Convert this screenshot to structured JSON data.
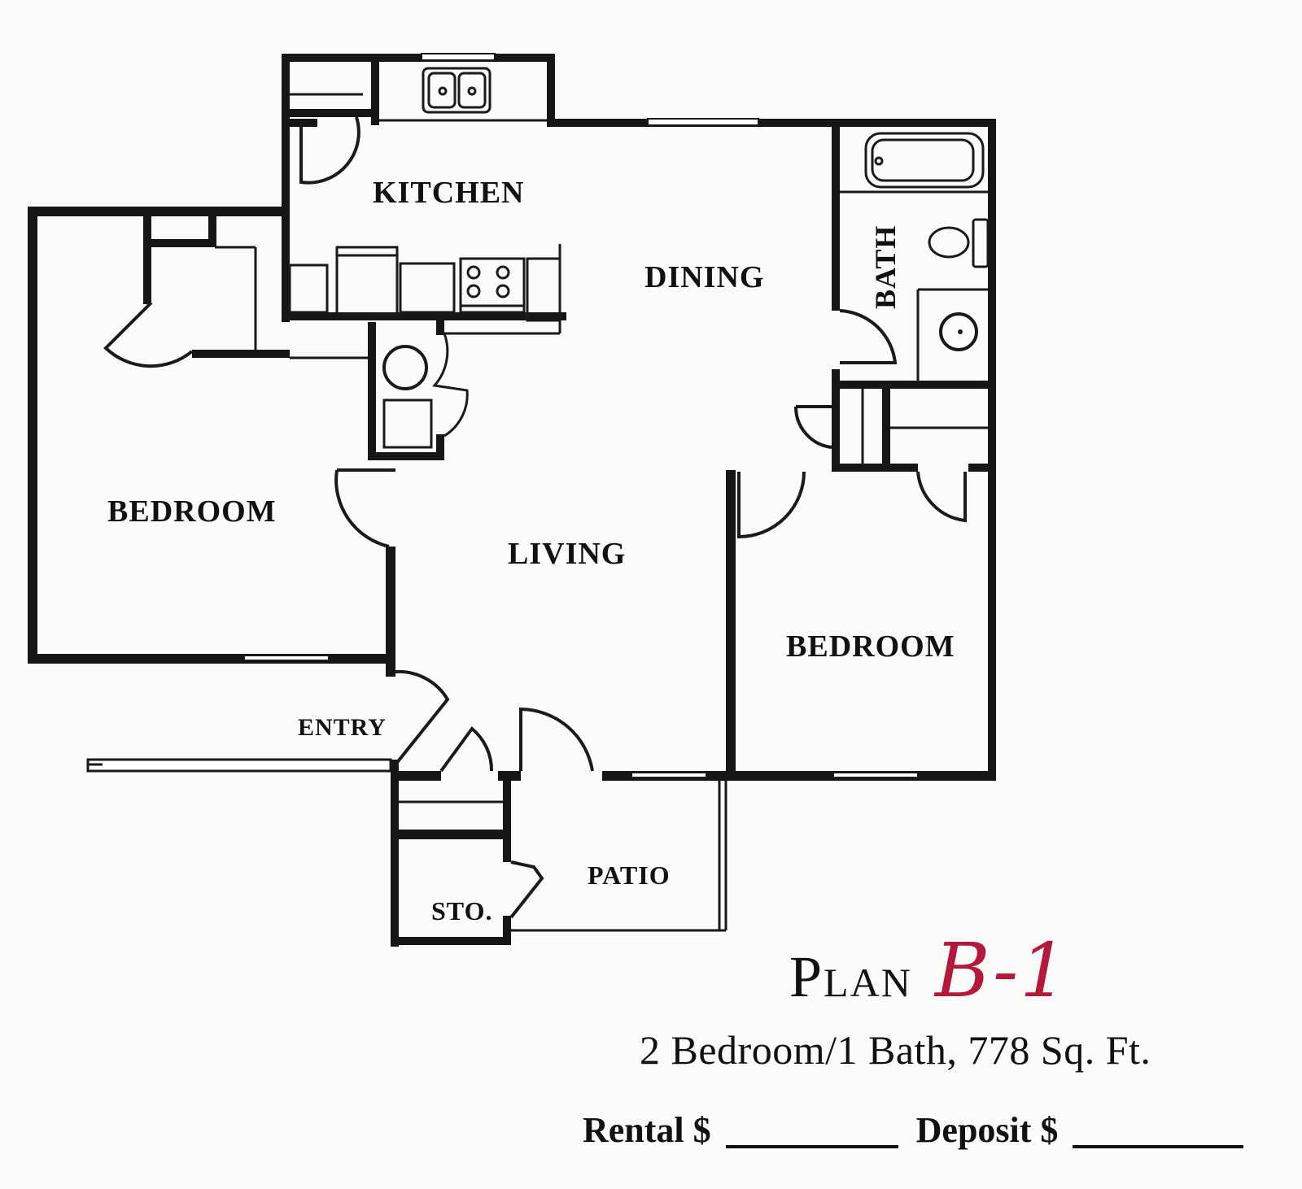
{
  "floor_plan": {
    "rooms": {
      "kitchen": "KITCHEN",
      "dining": "DINING",
      "bath": "BATH",
      "bedroom_left": "BEDROOM",
      "living": "LIVING",
      "bedroom_right": "BEDROOM",
      "entry": "ENTRY",
      "patio": "PATIO",
      "storage": "STO."
    },
    "fixtures": [
      "double-sink",
      "range-cooktop",
      "refrigerator",
      "dishwasher",
      "bathtub",
      "toilet",
      "lavatory-sink",
      "water-heater",
      "washer-dryer"
    ]
  },
  "plan_info": {
    "plan_word": "Plan",
    "plan_code": "B-1",
    "summary": "2 Bedroom/1 Bath, 778 Sq. Ft.",
    "rental_label": "Rental $",
    "rental_value": "",
    "deposit_label": "Deposit $",
    "deposit_value": ""
  },
  "colors": {
    "wall": "#161616",
    "background": "#fbfbf9",
    "plan_code_accent": "#b4183a"
  }
}
